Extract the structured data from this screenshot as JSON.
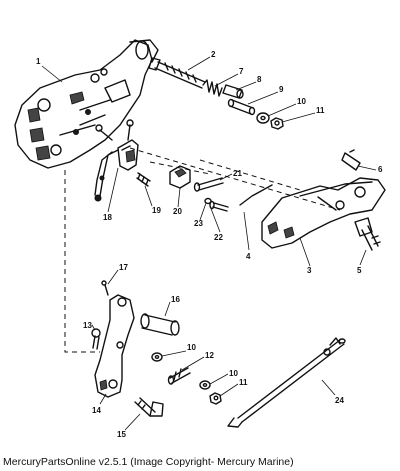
{
  "callouts": [
    {
      "id": "c1",
      "text": "1"
    },
    {
      "id": "c2",
      "text": "2"
    },
    {
      "id": "c3",
      "text": "3"
    },
    {
      "id": "c4",
      "text": "4"
    },
    {
      "id": "c5",
      "text": "5"
    },
    {
      "id": "c6",
      "text": "6"
    },
    {
      "id": "c7",
      "text": "7"
    },
    {
      "id": "c8",
      "text": "8"
    },
    {
      "id": "c9",
      "text": "9"
    },
    {
      "id": "c10a",
      "text": "10"
    },
    {
      "id": "c11a",
      "text": "11"
    },
    {
      "id": "c12",
      "text": "12"
    },
    {
      "id": "c10b",
      "text": "10"
    },
    {
      "id": "c10c",
      "text": "10"
    },
    {
      "id": "c11b",
      "text": "11"
    },
    {
      "id": "c13",
      "text": "13"
    },
    {
      "id": "c14",
      "text": "14"
    },
    {
      "id": "c15",
      "text": "15"
    },
    {
      "id": "c16",
      "text": "16"
    },
    {
      "id": "c17",
      "text": "17"
    },
    {
      "id": "c18",
      "text": "18"
    },
    {
      "id": "c19",
      "text": "19"
    },
    {
      "id": "c20",
      "text": "20"
    },
    {
      "id": "c21",
      "text": "21"
    },
    {
      "id": "c22",
      "text": "22"
    },
    {
      "id": "c23",
      "text": "23"
    },
    {
      "id": "c24",
      "text": "24"
    }
  ],
  "footer": "MercuryPartsOnline v2.5.1 (Image Copyright- Mercury Marine)"
}
